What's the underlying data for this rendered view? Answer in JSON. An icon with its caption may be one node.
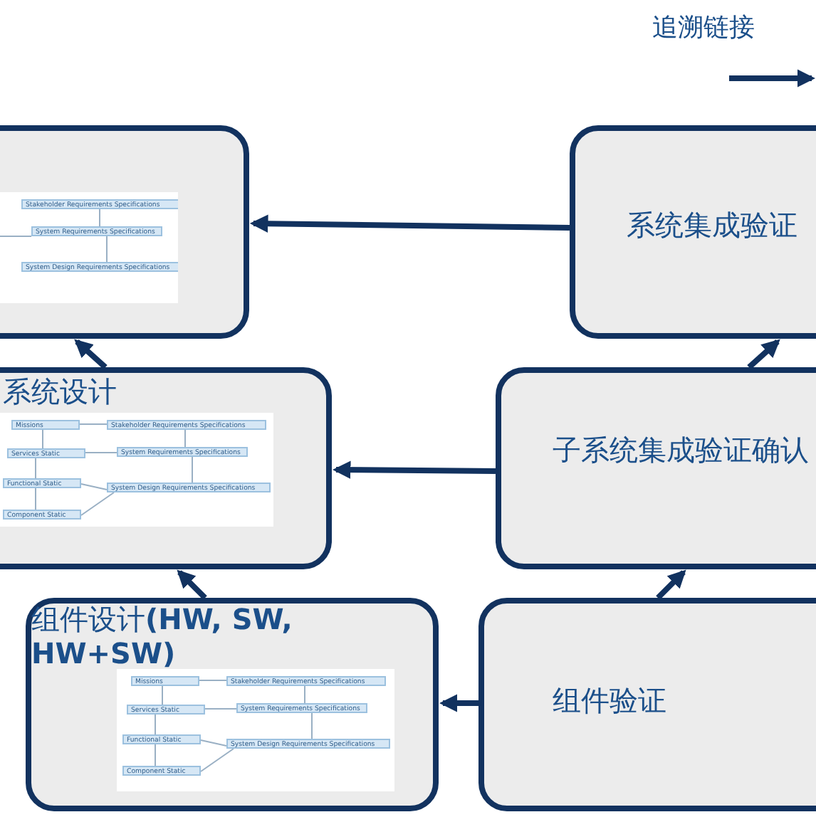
{
  "diagram": {
    "nodes": [
      {
        "text": [],
        "shape": "box"
      },
      {
        "text": [],
        "shape": "picture",
        "in": 0
      },
      {
        "text": [
          "系统设计"
        ]
      },
      {
        "text": [],
        "shape": "picture",
        "in": 2
      },
      {
        "text": [
          "组件设计**(HW, SW, HW+SW)**"
        ]
      },
      {
        "text": [],
        "shape": "picture",
        "in": 4
      },
      {
        "text": [
          "系统集成验证"
        ]
      },
      {
        "text": [
          "子系统集成验证确认"
        ]
      },
      {
        "text": [
          "组件验证"
        ]
      }
    ],
    "edges": [
      {
        "from": 6,
        "to": 0,
        "arrow": "to"
      },
      {
        "from": 7,
        "to": 2,
        "arrow": "to"
      },
      {
        "from": 8,
        "to": 4,
        "arrow": "to"
      },
      {
        "from": 2,
        "to": 0,
        "arrow": "to"
      },
      {
        "from": 4,
        "to": 2,
        "arrow": "to"
      },
      {
        "from": 8,
        "to": 7,
        "arrow": "to"
      },
      {
        "from": 7,
        "to": 6,
        "arrow": "to"
      }
    ],
    "labels": [
      "Stakeholder Requirements Specifications",
      "System Requirements Specifications",
      "System Design Requirements Specifications",
      "Missions",
      "Stakeholder Requirements Specifications",
      "Services Static",
      "System Requirements Specifications",
      "Functional Static",
      "System Design Requirements Specifications",
      "Component Static",
      "Missions",
      "Stakeholder Requirements Specifications",
      "Services Static",
      "System Requirements Specifications",
      "Functional Static",
      "System Design Requirements Specifications",
      "Component Static"
    ],
    "legend": [
      {
        "text": "追溯链接"
      }
    ]
  }
}
